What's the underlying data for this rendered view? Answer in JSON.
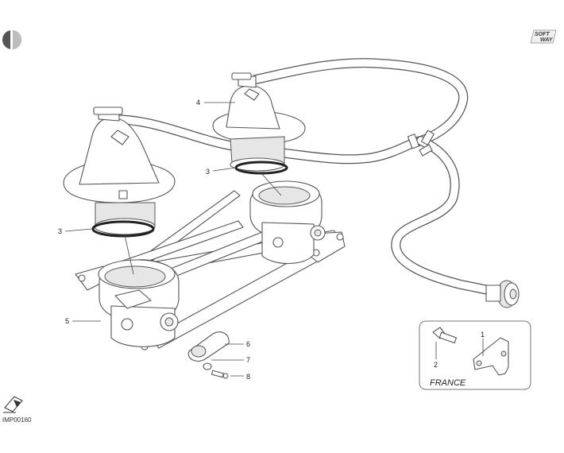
{
  "diagram": {
    "drawing_code": "IMP00160",
    "logo_text_top": "SOFT",
    "logo_text_bottom": "WAY",
    "inset_label": "FRANCE",
    "callouts": [
      {
        "id": "c4",
        "text": "4"
      },
      {
        "id": "c3a",
        "text": "3"
      },
      {
        "id": "c3b",
        "text": "3"
      },
      {
        "id": "c5",
        "text": "5"
      },
      {
        "id": "c6",
        "text": "6"
      },
      {
        "id": "c7",
        "text": "7"
      },
      {
        "id": "c8",
        "text": "8"
      },
      {
        "id": "c1",
        "text": "1"
      },
      {
        "id": "c2",
        "text": "2"
      }
    ],
    "icon_names": [
      "circle-badge-icon",
      "soft-way-logo-icon",
      "tag-icon"
    ]
  }
}
